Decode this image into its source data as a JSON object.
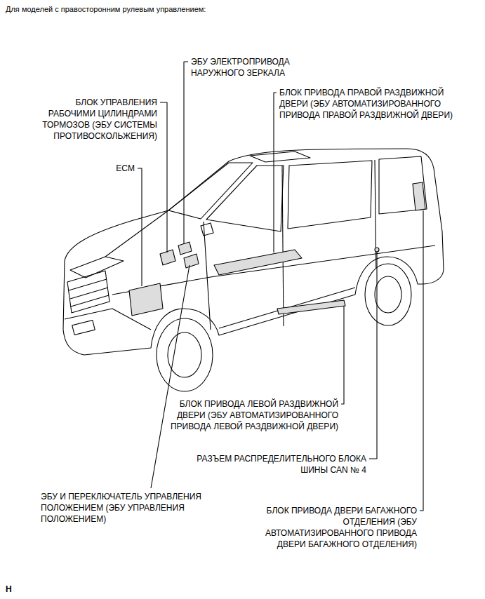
{
  "diagram": {
    "title": "Для моделей с правосторонним рулевым управлением:",
    "labels": [
      "ЭБУ ЭЛЕКТРОПРИВОДА НАРУЖНОГО ЗЕРКАЛА",
      "БЛОК УПРАВЛЕНИЯ РАБОЧИМИ ЦИЛИНДРАМИ ТОРМОЗОВ (ЭБУ СИСТЕМЫ ПРОТИВОСКОЛЬЖЕНИЯ)",
      "БЛОК ПРИВОДА ПРАВОЙ РАЗДВИЖНОЙ ДВЕРИ (ЭБУ АВТОМАТИЗИРОВАННОГО ПРИВОДА ПРАВОЙ РАЗДВИЖНОЙ ДВЕРИ)",
      "ECM",
      "БЛОК ПРИВОДА ЛЕВОЙ РАЗДВИЖНОЙ ДВЕРИ (ЭБУ АВТОМАТИЗИРОВАННОГО ПРИВОДА ЛЕВОЙ РАЗДВИЖНОЙ ДВЕРИ)",
      "РАЗЪЕМ РАСПРЕДЕЛИТЕЛЬНОГО БЛОКА ШИНЫ CAN № 4",
      "ЭБУ И ПЕРЕКЛЮЧАТЕЛЬ УПРАВЛЕНИЯ ПОЛОЖЕНИЕМ (ЭБУ УПРАВЛЕНИЯ ПОЛОЖЕНИЕМ)",
      "БЛОК ПРИВОДА ДВЕРИ БАГАЖНОГО ОТДЕЛЕНИЯ (ЭБУ АВТОМАТИЗИРОВАННОГО ПРИВОДА ДВЕРИ БАГАЖНОГО ОТДЕЛЕНИЯ)",
      "H"
    ]
  }
}
